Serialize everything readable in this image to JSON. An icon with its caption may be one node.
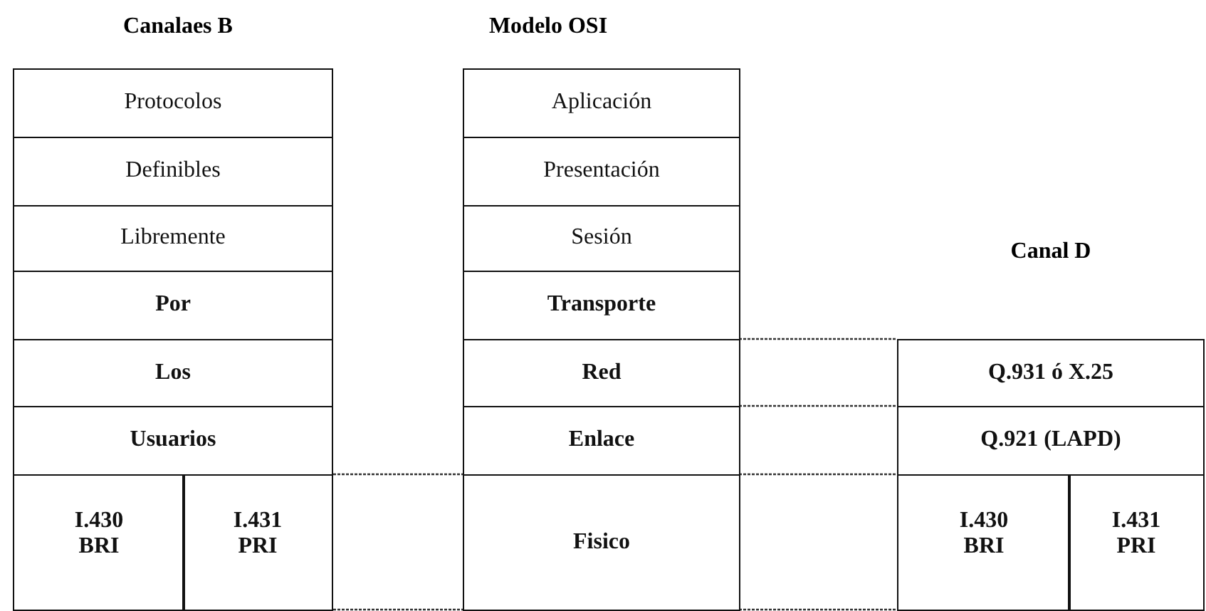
{
  "diagram": {
    "nodes": [
      {
        "text": [
          "Protocolos"
        ]
      },
      {
        "text": [
          "Definibles"
        ]
      },
      {
        "text": [
          "Libremente"
        ]
      },
      {
        "text": [
          "Por"
        ]
      },
      {
        "text": [
          "Los"
        ]
      },
      {
        "text": [
          "Usuarios"
        ]
      },
      {
        "text": [
          "I.430 BRI"
        ]
      },
      {
        "text": [
          "I.431 PRI"
        ]
      },
      {
        "text": [
          "Aplicación"
        ]
      },
      {
        "text": [
          "Presentación"
        ]
      },
      {
        "text": [
          "Sesión"
        ]
      },
      {
        "text": [
          "Transporte"
        ]
      },
      {
        "text": [
          "Red"
        ]
      },
      {
        "text": [
          "Enlace"
        ]
      },
      {
        "text": [
          "Fisico"
        ]
      },
      {
        "text": [
          "Q.931 ó X.25"
        ]
      },
      {
        "text": [
          "Q.921 (LAPD)"
        ]
      },
      {
        "text": [
          "I.430 BRI"
        ]
      },
      {
        "text": [
          "I.431 PRI"
        ]
      }
    ],
    "labels": [
      "Canalaes B",
      "Modelo OSI",
      "Canal D"
    ]
  }
}
